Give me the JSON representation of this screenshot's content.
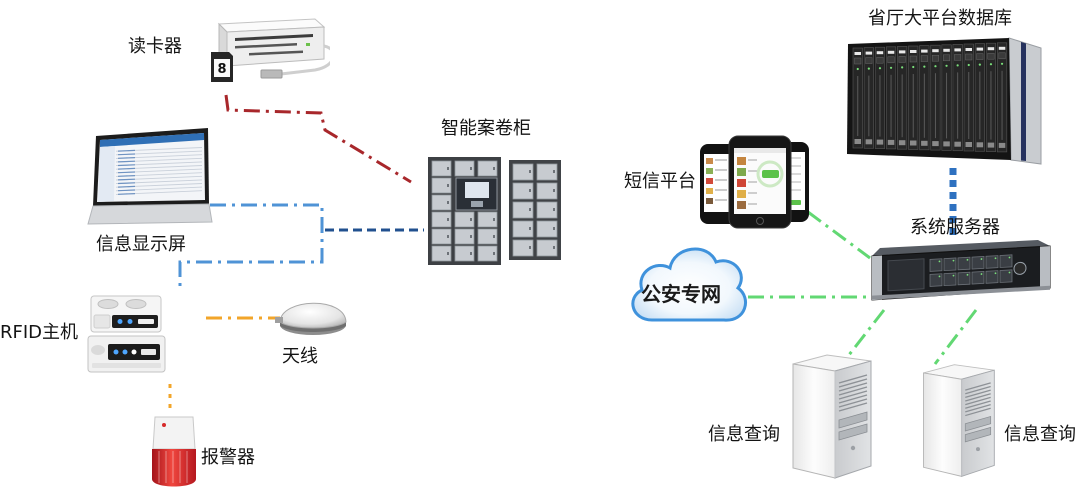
{
  "labels": {
    "card_reader": "读卡器",
    "display_screen": "信息显示屏",
    "rfid_host": "RFID主机",
    "antenna": "天线",
    "alarm": "报警器",
    "smart_cabinet": "智能案卷柜",
    "provincial_database": "省厅大平台数据库",
    "sms_platform": "短信平台",
    "police_network": "公安专网",
    "system_server": "系统服务器",
    "info_query_left": "信息查询",
    "info_query_right": "信息查询"
  },
  "sd_card": {
    "label": "8"
  },
  "link_colors": {
    "card_reader": "#a8272b",
    "display": "#4f93d6",
    "cabinet": "#21508f",
    "rfid": "#f2a52a",
    "database": "#2e71c0",
    "server": "#62d873"
  }
}
